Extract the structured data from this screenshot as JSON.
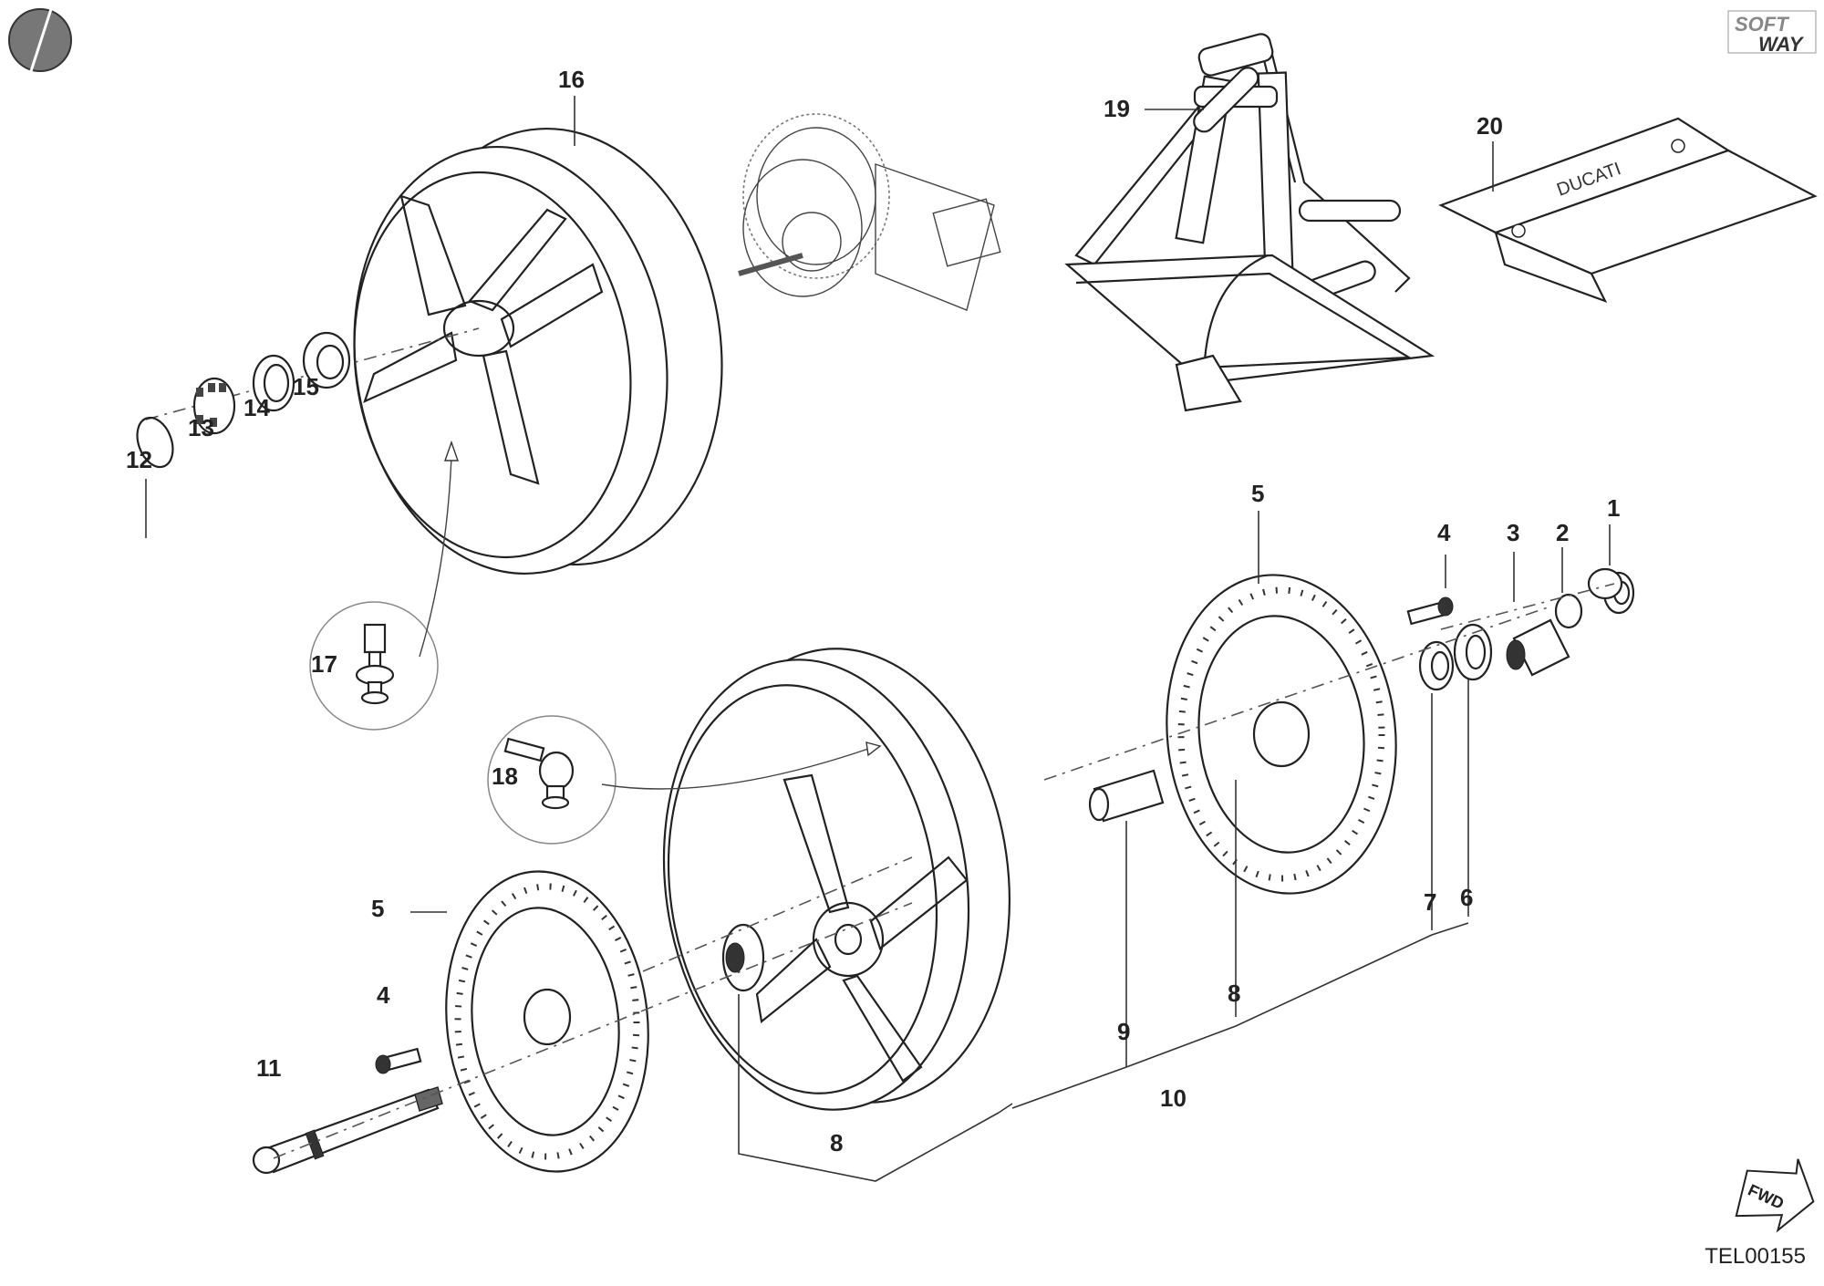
{
  "brand": {
    "logo_text_top": "SOFT",
    "logo_text_bottom": "WAY"
  },
  "drawing_code": "TEL00155",
  "stand_label": "DUCATI",
  "fwd_label": "FWD",
  "callouts": {
    "c1": "1",
    "c2": "2",
    "c3": "3",
    "c4a": "4",
    "c4b": "4",
    "c5a": "5",
    "c5b": "5",
    "c6": "6",
    "c7": "7",
    "c8a": "8",
    "c8b": "8",
    "c9": "9",
    "c10": "10",
    "c11": "11",
    "c12": "12",
    "c13": "13",
    "c14": "14",
    "c15": "15",
    "c16": "16",
    "c17": "17",
    "c18": "18",
    "c19": "19",
    "c20": "20"
  }
}
